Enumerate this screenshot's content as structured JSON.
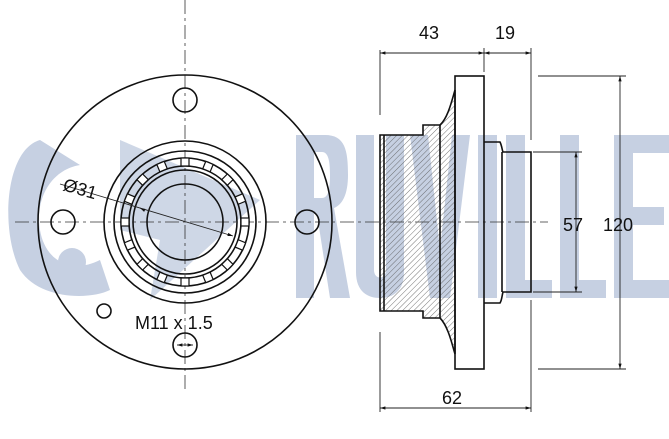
{
  "watermark": {
    "brand": "RUVILLE",
    "color": "#c6d0e2"
  },
  "front_view": {
    "bore_diameter_label": "Ø31",
    "thread_label": "M11 x 1.5"
  },
  "side_view": {
    "dim_43": "43",
    "dim_19": "19",
    "dim_57": "57",
    "dim_120": "120",
    "dim_62": "62"
  }
}
